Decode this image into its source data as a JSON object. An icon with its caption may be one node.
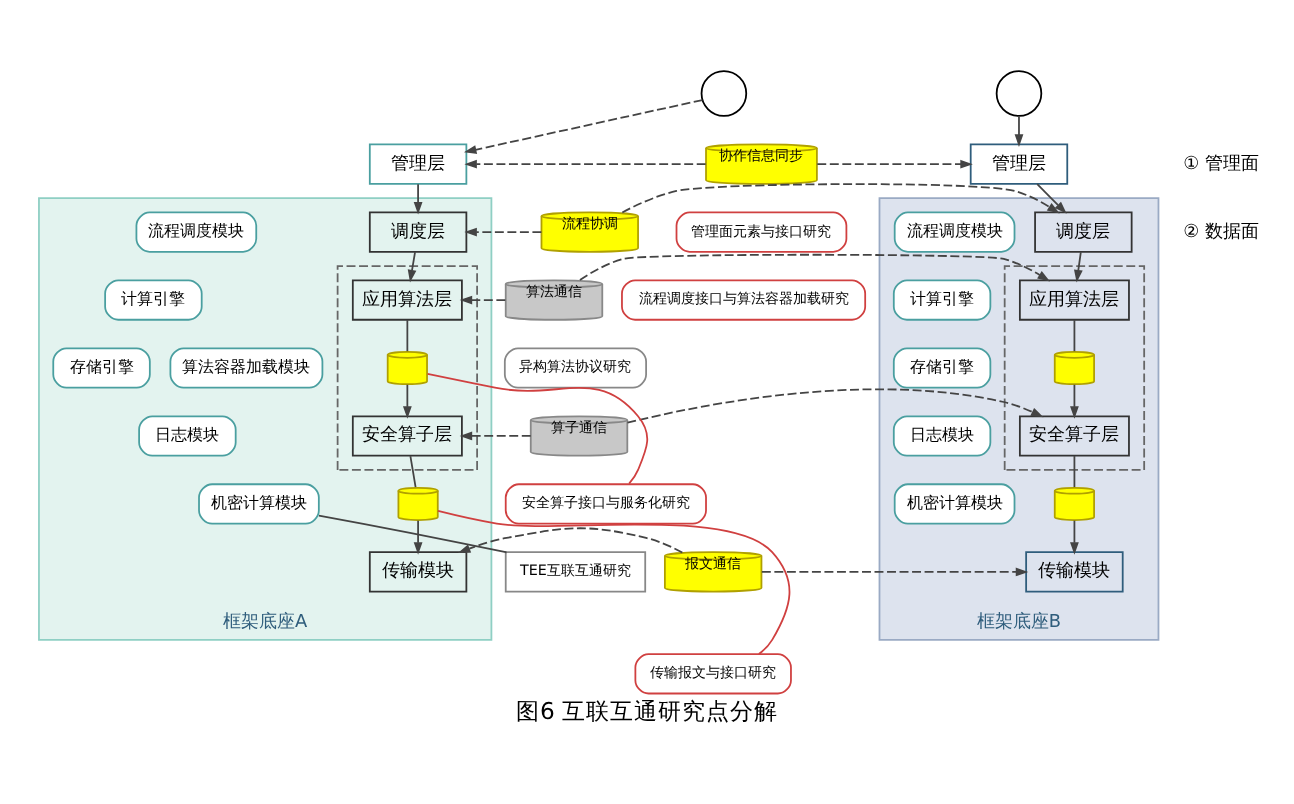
{
  "diagram": {
    "caption": "图6 互联互通研究点分解",
    "nodes": [
      {
        "text": [
          "框架底座A"
        ]
      },
      {
        "text": [
          "框架底座B"
        ]
      },
      {
        "text": [],
        "shape": "circle"
      },
      {
        "text": [
          "管理层"
        ]
      },
      {
        "text": [
          "调度层"
        ],
        "in": 0
      },
      {
        "text": [],
        "shape": "box",
        "in": 0
      },
      {
        "text": [
          "应用算法层"
        ],
        "in": 5
      },
      {
        "text": [],
        "shape": "cylinder",
        "in": 5
      },
      {
        "text": [
          "安全算子层"
        ],
        "in": 5
      },
      {
        "text": [],
        "shape": "cylinder",
        "in": 0
      },
      {
        "text": [
          "传输模块"
        ],
        "in": 0
      },
      {
        "text": [
          "流程调度模块"
        ],
        "in": 0
      },
      {
        "text": [
          "计算引擎"
        ],
        "in": 0
      },
      {
        "text": [
          "存储引擎"
        ],
        "in": 0
      },
      {
        "text": [
          "日志模块"
        ],
        "in": 0
      },
      {
        "text": [
          "机密计算模块"
        ],
        "in": 0
      },
      {
        "text": [
          "算法容器加载模块"
        ],
        "in": 0
      },
      {
        "text": [
          "TEE互联互通研究"
        ]
      },
      {
        "text": [
          "协作信息同步"
        ]
      },
      {
        "text": [
          "管理面元素与接口研究"
        ]
      },
      {
        "text": [
          "流程协调"
        ]
      },
      {
        "text": [
          "流程调度接口与算法容器加载研究"
        ]
      },
      {
        "text": [
          "算法通信"
        ]
      },
      {
        "text": [
          "异构算法协议研究"
        ]
      },
      {
        "text": [
          "算子通信"
        ]
      },
      {
        "text": [
          "安全算子接口与服务化研究"
        ]
      },
      {
        "text": [
          "报文通信"
        ]
      },
      {
        "text": [
          "传输报文与接口研究"
        ]
      },
      {
        "text": [],
        "shape": "circle"
      },
      {
        "text": [
          "管理层"
        ]
      },
      {
        "text": [
          "调度层"
        ],
        "in": 1
      },
      {
        "text": [],
        "shape": "box",
        "in": 1
      },
      {
        "text": [
          "应用算法层"
        ],
        "in": 31
      },
      {
        "text": [],
        "shape": "cylinder",
        "in": 31
      },
      {
        "text": [
          "安全算子层"
        ],
        "in": 31
      },
      {
        "text": [],
        "shape": "cylinder",
        "in": 1
      },
      {
        "text": [
          "传输模块"
        ],
        "in": 1
      },
      {
        "text": [
          "流程调度模块"
        ],
        "in": 1
      },
      {
        "text": [
          "计算引擎"
        ],
        "in": 1
      },
      {
        "text": [
          "存储引擎"
        ],
        "in": 1
      },
      {
        "text": [
          "日志模块"
        ],
        "in": 1
      },
      {
        "text": [
          "机密计算模块"
        ],
        "in": 1
      }
    ],
    "edges": [
      {
        "from": 2,
        "to": 3,
        "arrow": "to",
        "style": "dashed"
      },
      {
        "from": 3,
        "to": 4,
        "arrow": "to"
      },
      {
        "from": 4,
        "to": 6,
        "arrow": "to"
      },
      {
        "from": 6,
        "to": 7,
        "arrow": "none"
      },
      {
        "from": 7,
        "to": 8,
        "arrow": "to"
      },
      {
        "from": 8,
        "to": 9,
        "arrow": "none"
      },
      {
        "from": 9,
        "to": 10,
        "arrow": "to"
      },
      {
        "from": 28,
        "to": 29,
        "arrow": "to"
      },
      {
        "from": 29,
        "to": 30,
        "arrow": "to"
      },
      {
        "from": 30,
        "to": 32,
        "arrow": "to"
      },
      {
        "from": 32,
        "to": 33,
        "arrow": "none"
      },
      {
        "from": 33,
        "to": 34,
        "arrow": "to"
      },
      {
        "from": 34,
        "to": 35,
        "arrow": "none"
      },
      {
        "from": 35,
        "to": 36,
        "arrow": "to"
      },
      {
        "from": 18,
        "to": 3,
        "arrow": "to",
        "style": "dashed"
      },
      {
        "from": 18,
        "to": 29,
        "arrow": "to",
        "style": "dashed"
      },
      {
        "from": 20,
        "to": 4,
        "arrow": "to",
        "style": "dashed"
      },
      {
        "from": 20,
        "to": 30,
        "arrow": "to",
        "style": "dashed"
      },
      {
        "from": 22,
        "to": 6,
        "arrow": "to",
        "style": "dashed"
      },
      {
        "from": 22,
        "to": 32,
        "arrow": "to",
        "style": "dashed"
      },
      {
        "from": 24,
        "to": 8,
        "arrow": "to",
        "style": "dashed"
      },
      {
        "from": 24,
        "to": 34,
        "arrow": "to",
        "style": "dashed"
      },
      {
        "from": 26,
        "to": 10,
        "arrow": "to",
        "style": "dashed"
      },
      {
        "from": 26,
        "to": 36,
        "arrow": "to",
        "style": "dashed"
      },
      {
        "from": 25,
        "to": 7,
        "arrow": "none",
        "color": "#d04040"
      },
      {
        "from": 27,
        "to": 9,
        "arrow": "none",
        "color": "#d04040"
      },
      {
        "from": 17,
        "to": 15,
        "arrow": "none"
      }
    ],
    "labels": [
      "① 管理面",
      "② 数据面"
    ]
  }
}
